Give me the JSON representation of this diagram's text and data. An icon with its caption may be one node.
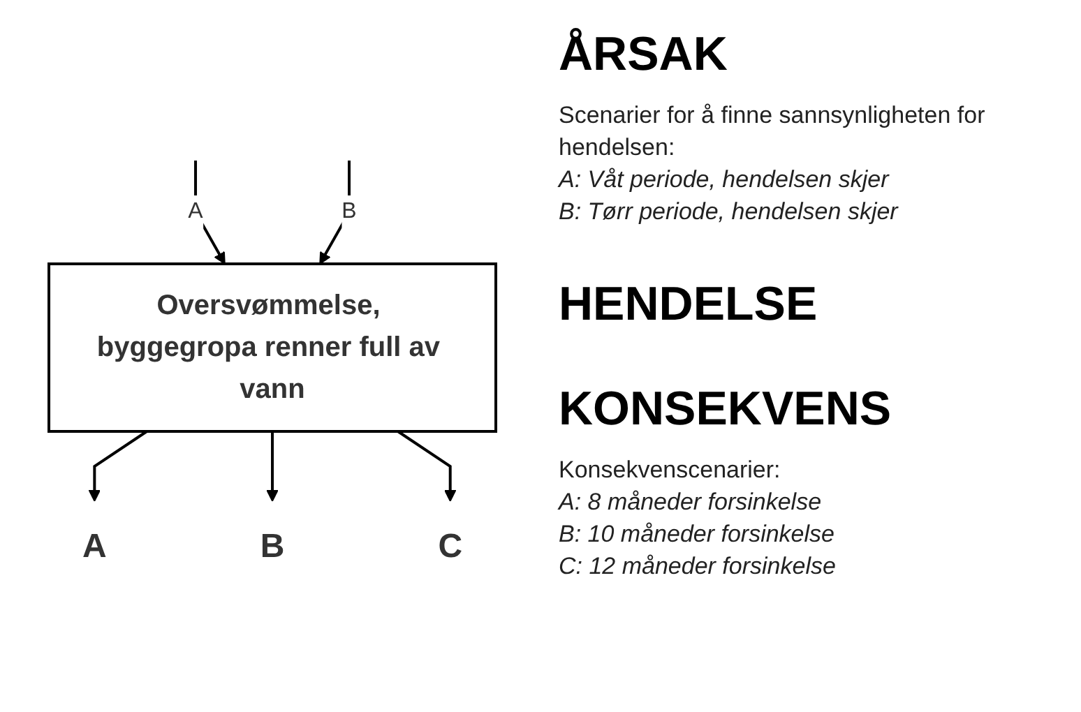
{
  "diagram": {
    "nodes": [
      {
        "text": [
          "Oversvømmelse, byggegropa renner full av vann"
        ]
      },
      {
        "text": [
          "A"
        ]
      },
      {
        "text": [
          "B"
        ]
      },
      {
        "text": [
          "C"
        ]
      }
    ],
    "edges": [
      {
        "from": null,
        "to": 0,
        "arrow": "to",
        "label": "A"
      },
      {
        "from": null,
        "to": 0,
        "arrow": "to",
        "label": "B"
      },
      {
        "from": 0,
        "to": 1,
        "arrow": "to"
      },
      {
        "from": 0,
        "to": 2,
        "arrow": "to"
      },
      {
        "from": 0,
        "to": 3,
        "arrow": "to"
      }
    ],
    "labels": [
      "ÅRSAK",
      "Scenarier for å finne sannsynligheten for hendelsen:",
      "A: Våt periode, hendelsen skjer",
      "B: Tørr periode, hendelsen skjer",
      "HENDELSE",
      "KONSEKVENS",
      "Konsekvenscenarier:",
      "A: 8 måneder forsinkelse",
      "B: 10 måneder forsinkelse",
      "C: 12 måneder forsinkelse"
    ]
  }
}
